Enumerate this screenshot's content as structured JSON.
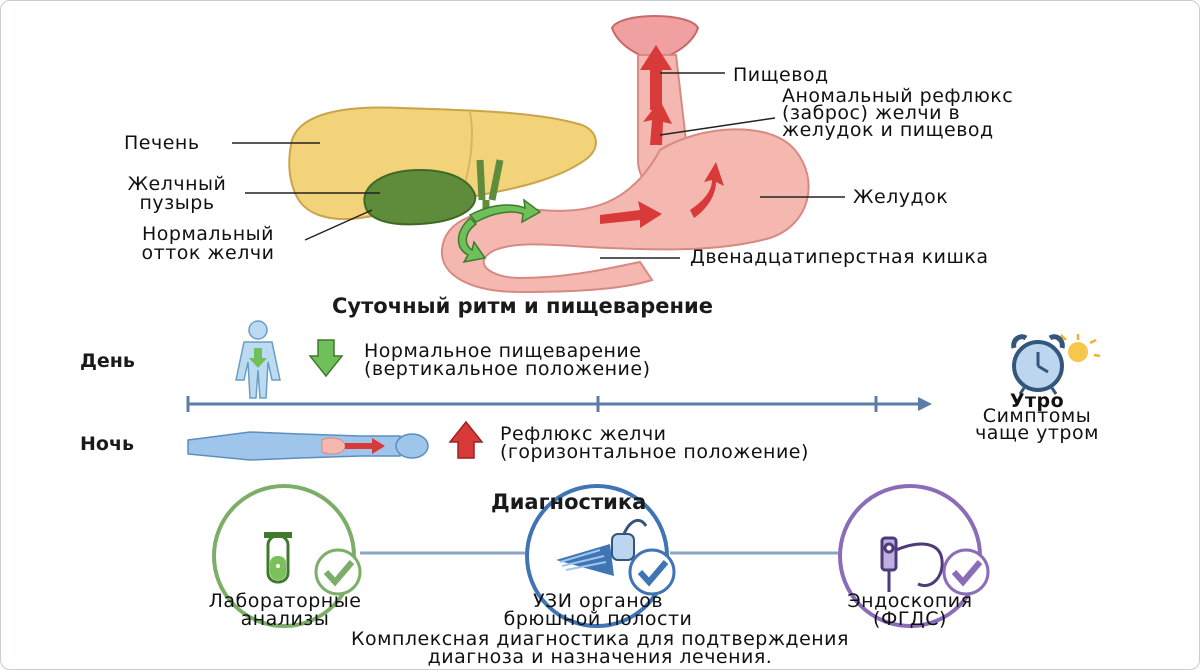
{
  "anatomy": {
    "esophagus": "Пищевод",
    "reflux": [
      "Аномальный рефлюкс",
      "(заброс) желчи в",
      "желудок и пищевод"
    ],
    "liver": "Печень",
    "gallbladder": [
      "Желчный",
      "пузырь"
    ],
    "normal_flow": [
      "Нормальный",
      "отток желчи"
    ],
    "stomach": "Желудок",
    "duodenum": "Двенадцатиперстная кишка"
  },
  "rhythm": {
    "title": "Суточный ритм и пищеварение",
    "day": "День",
    "night": "Ночь",
    "day_text": [
      "Нормальное пищеварение",
      "(вертикальное положение)"
    ],
    "night_text": [
      "Рефлюкс желчи",
      "(горизонтальное положение)"
    ],
    "morning": "Утро",
    "morning_text": [
      "Симптомы",
      "чаще утром"
    ]
  },
  "diagnostics": {
    "title": "Диагностика",
    "items": [
      {
        "label": [
          "Лабораторные",
          "анализы"
        ],
        "color": "#7cae6a",
        "icon": "test-tube-icon"
      },
      {
        "label": [
          "УЗИ органов",
          "брюшной полости"
        ],
        "color": "#3f74b5",
        "icon": "ultrasound-icon"
      },
      {
        "label": [
          "Эндоскопия",
          "(ФГДС)"
        ],
        "color": "#8a6cb8",
        "icon": "endoscope-icon"
      }
    ],
    "footer": [
      "Комплексная диагностика для подтверждения",
      "диагноза и назначения лечения."
    ]
  },
  "colors": {
    "liver": "#f2d37a",
    "gallbladder": "#5e8c3a",
    "stomach": "#f5b8b0",
    "reflux_arrow": "#d83a3a",
    "normal_arrow": "#6fbf5a",
    "timeline": "#5b7ea8"
  }
}
